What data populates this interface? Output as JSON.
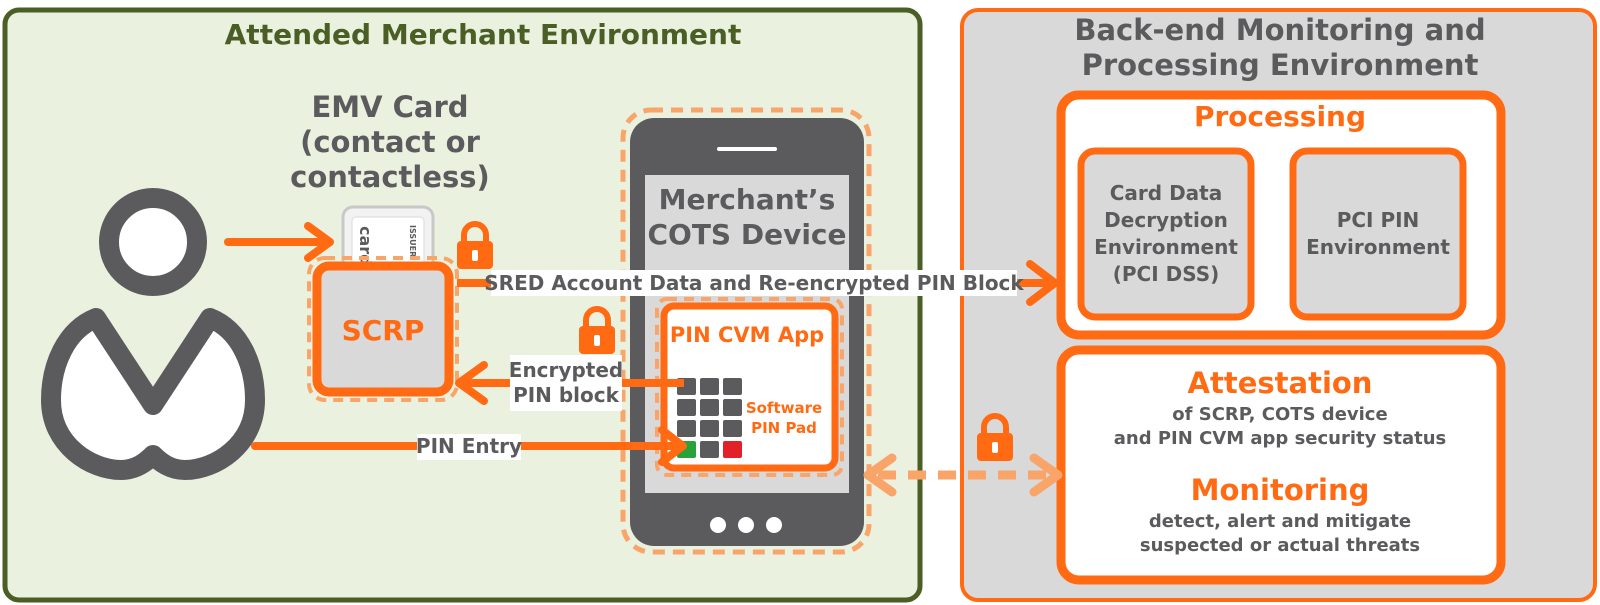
{
  "colors": {
    "orange": "#ff6a13",
    "orange_light": "#f9a469",
    "green_dark": "#4b5e26",
    "green_bg": "#eaf1de",
    "gray_dark": "#5b5b5e",
    "gray_bg": "#d9d9d9",
    "gray_panel": "#bdbdbd",
    "white": "#ffffff",
    "key_green": "#27a33a",
    "key_red": "#e2202a"
  },
  "left_panel": {
    "title": "Attended Merchant Environment"
  },
  "right_panel": {
    "title_line1": "Back-end Monitoring and",
    "title_line2": "Processing Environment"
  },
  "emv_card": {
    "line1": "EMV Card",
    "line2": "(contact or",
    "line3": "contactless)",
    "card_text": "card",
    "card_small_text": "ISSUER"
  },
  "scrp": {
    "label": "SCRP"
  },
  "device": {
    "title_line1": "Merchant’s",
    "title_line2": "COTS Device"
  },
  "pin_app": {
    "title": "PIN CVM App",
    "pad_line1": "Software",
    "pad_line2": "PIN Pad"
  },
  "arrows": {
    "sred": "SRED Account Data and Re-encrypted PIN Block",
    "encrypted_line1": "Encrypted",
    "encrypted_line2": "PIN block",
    "pin_entry": "PIN Entry"
  },
  "processing": {
    "title": "Processing",
    "card_data_env": [
      "Card Data",
      "Decryption",
      "Environment",
      "(PCI DSS)"
    ],
    "pci_pin_env": [
      "PCI PIN",
      "Environment"
    ]
  },
  "attestation": {
    "title": "Attestation",
    "line1": "of SCRP, COTS device",
    "line2": "and PIN CVM app security status"
  },
  "monitoring": {
    "title": "Monitoring",
    "line1": "detect, alert and mitigate",
    "line2": "suspected or actual threats"
  },
  "icons": [
    "person-icon",
    "padlock-icon",
    "card-icon",
    "smartphone-icon",
    "keypad-icon"
  ]
}
